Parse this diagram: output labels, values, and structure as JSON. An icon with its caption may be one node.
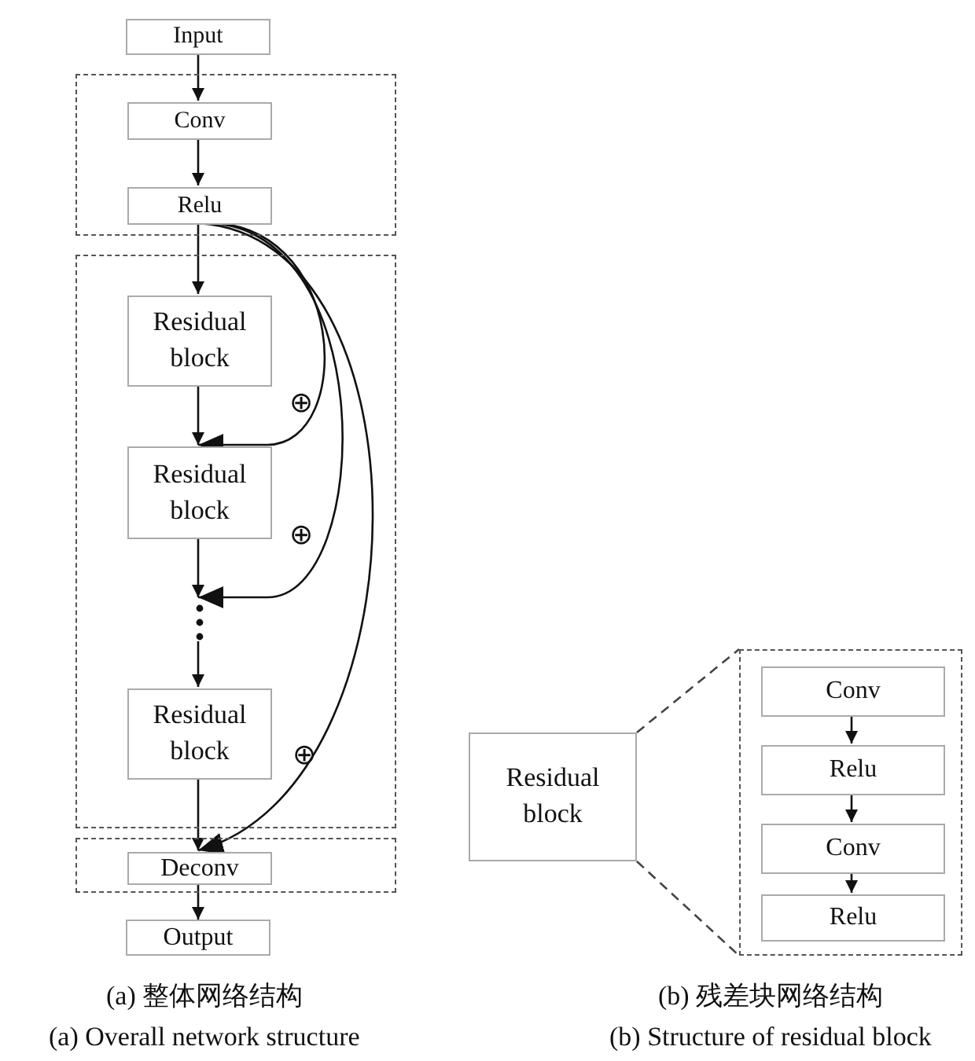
{
  "diagram": {
    "nodes": [
      {
        "text": [
          "Input"
        ]
      },
      {
        "text": [],
        "shape": "box"
      },
      {
        "text": [
          "Conv"
        ],
        "in": 1
      },
      {
        "text": [
          "Relu"
        ],
        "in": 1
      },
      {
        "text": [],
        "shape": "box"
      },
      {
        "text": [
          "Residual block"
        ],
        "in": 4
      },
      {
        "text": [
          "Residual block"
        ],
        "in": 4
      },
      {
        "text": [],
        "shape": "dots",
        "in": 4
      },
      {
        "text": [
          "Residual block"
        ],
        "in": 4
      },
      {
        "text": [],
        "shape": "box"
      },
      {
        "text": [
          "Deconv"
        ],
        "in": 9
      },
      {
        "text": [
          "Output"
        ]
      },
      {
        "text": [
          "Residual block"
        ]
      },
      {
        "text": [],
        "shape": "box"
      },
      {
        "text": [
          "Conv"
        ],
        "in": 13
      },
      {
        "text": [
          "Relu"
        ],
        "in": 13
      },
      {
        "text": [
          "Conv"
        ],
        "in": 13
      },
      {
        "text": [
          "Relu"
        ],
        "in": 13
      }
    ],
    "edges": [
      {
        "from": 0,
        "to": 2,
        "arrow": "to"
      },
      {
        "from": 2,
        "to": 3,
        "arrow": "to"
      },
      {
        "from": 3,
        "to": 5,
        "arrow": "to"
      },
      {
        "from": 5,
        "to": 6,
        "arrow": "to"
      },
      {
        "from": 6,
        "to": 7,
        "arrow": "to"
      },
      {
        "from": 7,
        "to": 8,
        "arrow": "to"
      },
      {
        "from": 8,
        "to": 10,
        "arrow": "to"
      },
      {
        "from": 10,
        "to": 11,
        "arrow": "to"
      },
      {
        "from": 3,
        "to": 6,
        "arrow": "to"
      },
      {
        "from": 3,
        "to": 7,
        "arrow": "to"
      },
      {
        "from": 3,
        "to": 10,
        "arrow": "to"
      },
      {
        "from": 12,
        "to": 13,
        "arrow": "none",
        "style": "dashed"
      },
      {
        "from": 12,
        "to": 13,
        "arrow": "none",
        "style": "dashed"
      },
      {
        "from": 14,
        "to": 15,
        "arrow": "to"
      },
      {
        "from": 15,
        "to": 16,
        "arrow": "to"
      },
      {
        "from": 16,
        "to": 17,
        "arrow": "to"
      }
    ],
    "labels": [
      "⊕",
      "⊕",
      "⊕",
      "(a) 整体网络结构",
      "(b) 残差块网络结构",
      "(a) Overall network structure",
      "(b) Structure of residual block"
    ]
  }
}
